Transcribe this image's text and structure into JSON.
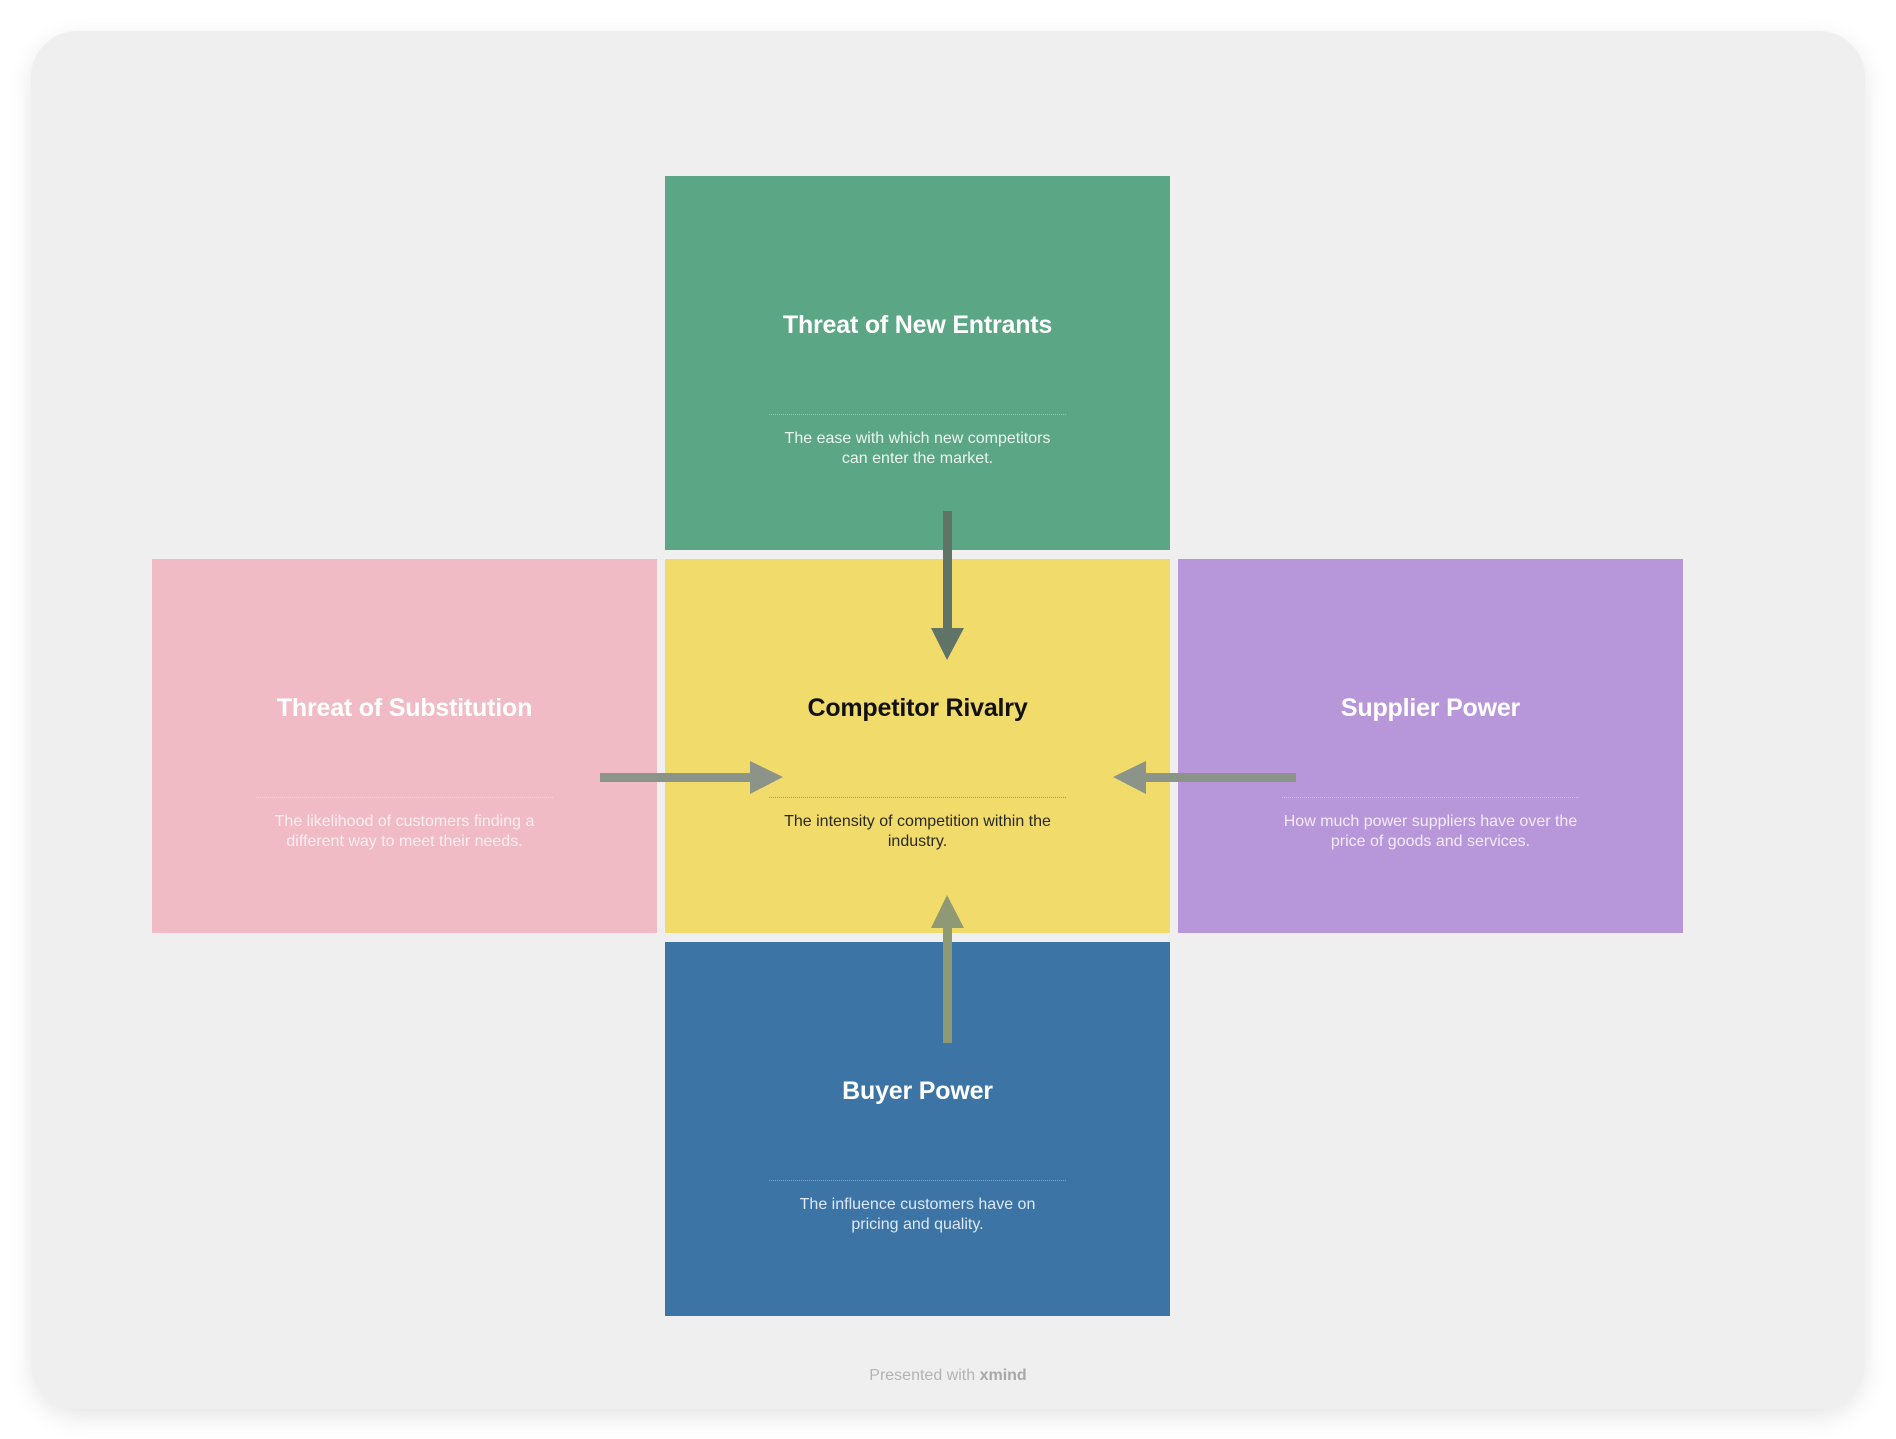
{
  "colors": {
    "background": "#efefef",
    "new_entrants": "#5ba684",
    "substitution": "#f1bbc5",
    "rivalry": "#f1db6b",
    "supplier": "#b796da",
    "buyer": "#3d74a6",
    "arrow_top": "#5f7366",
    "arrow_side": "#8c9388",
    "arrow_bottom": "#8f9a74"
  },
  "forces": {
    "new_entrants": {
      "title": "Threat of New Entrants",
      "description": "The ease with which new competitors can enter the market."
    },
    "substitution": {
      "title": "Threat of Substitution",
      "description": "The likelihood of customers finding a different way to meet their needs."
    },
    "rivalry": {
      "title": "Competitor Rivalry",
      "description": "The intensity of competition within the industry."
    },
    "supplier": {
      "title": "Supplier Power",
      "description": "How much power suppliers have over the price of goods and services."
    },
    "buyer": {
      "title": "Buyer Power",
      "description": "The influence customers have on pricing and quality."
    }
  },
  "footer": {
    "prefix": "Presented with",
    "brand": "xmind"
  }
}
